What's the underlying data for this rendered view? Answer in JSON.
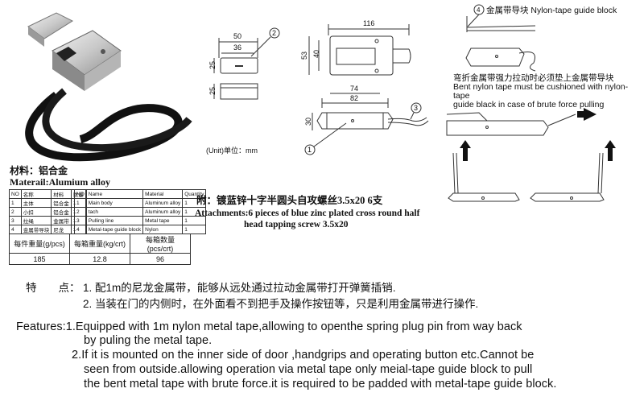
{
  "material": {
    "cn": "材料：铝合金",
    "en": "Materail:Alumium alloy"
  },
  "parts_cn": {
    "header": [
      "NO",
      "名称",
      "材料",
      "数量"
    ],
    "rows": [
      [
        "1",
        "主体",
        "铝合金",
        "1"
      ],
      [
        "2",
        "小扣",
        "铝合金",
        "1"
      ],
      [
        "3",
        "拉绳",
        "金属带",
        "1"
      ],
      [
        "4",
        "金属带导块",
        "尼龙",
        "1"
      ]
    ]
  },
  "parts_en": {
    "header": [
      "NO",
      "Name",
      "Material",
      "Quantity"
    ],
    "rows": [
      [
        "1",
        "Main body",
        "Aluminum alloy",
        "1"
      ],
      [
        "2",
        "tach",
        "Aluminum alloy",
        "1"
      ],
      [
        "3",
        "Pulling line",
        "Metal tape",
        "1"
      ],
      [
        "4",
        "Metal-tape guide block",
        "Nylon",
        "1"
      ]
    ]
  },
  "weights": {
    "labels": [
      "每件重量(g/pcs)",
      "每箱重量(kg/crt)",
      "每箱数量(pcs/crt)"
    ],
    "values": [
      "185",
      "12.8",
      "96"
    ]
  },
  "dimensions": {
    "d50": "50",
    "d36": "36",
    "d25a": "25",
    "d25b": "25",
    "d116": "116",
    "d53": "53",
    "d40": "40",
    "d74": "74",
    "d82": "82",
    "d30": "30"
  },
  "callouts": {
    "c1": "1",
    "c2": "2",
    "c3": "3",
    "c4": "4"
  },
  "unit_label": "(Unit)单位：mm",
  "attachments": {
    "cn": "附：镀蓝锌十字半圆头自攻螺丝3.5x20 6支",
    "en_line1": "Attachments:6 pieces of blue zinc plated cross round half",
    "en_line2": "head tapping screw 3.5x20"
  },
  "guide": {
    "title": "金属带导块 Nylon-tape guide block",
    "note_cn": "弯折金属带强力拉动时必须垫上金属带导块",
    "note_en1": "Bent nylon tape must be cushioned with nylon-tape",
    "note_en2": "guide black in case of brute force pulling"
  },
  "features_cn": {
    "label": "特　　点：",
    "line1": "1. 配1m的尼龙金属带，能够从远处通过拉动金属带打开弹簧插销.",
    "line2": "2. 当装在门的内侧时，在外面看不到把手及操作按钮等，只是利用金属带进行操作."
  },
  "features_en": {
    "line1": "Features:1.Equipped with 1m nylon metal tape,allowing to openthe spring plug pin from way back",
    "line2": "by puling the metal tape.",
    "line3": "2.If it is mounted on the inner side of door ,handgrips and operating button etc.Cannot be",
    "line4": "seen from outside.allowing operation via metal tape only meial-tape guide block to pull",
    "line5": "the bent metal tape with brute force.it is required to be padded with metal-tape guide block."
  }
}
